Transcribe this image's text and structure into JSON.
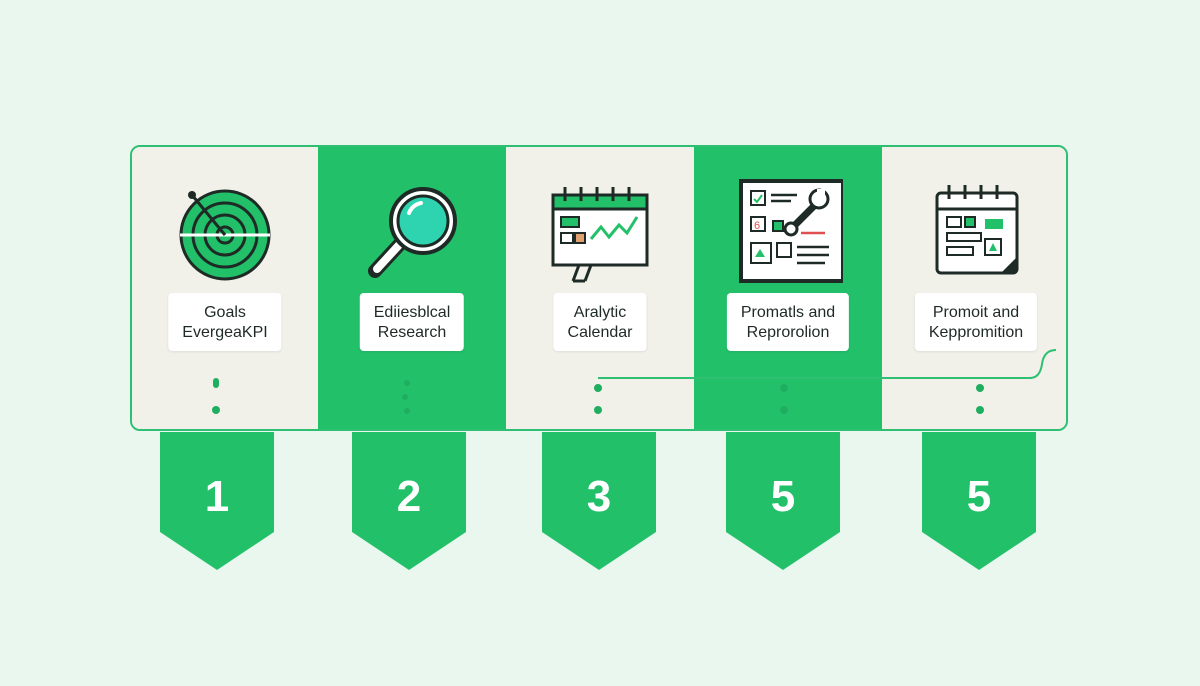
{
  "colors": {
    "accent": "#23c06a",
    "dark": "#1e2a25",
    "panel_light": "#f1f1ea",
    "background": "#e9f7ef"
  },
  "steps": [
    {
      "number": "1",
      "label_line1": "Goals",
      "label_line2": "EvergeaKPI",
      "icon": "target-icon"
    },
    {
      "number": "2",
      "label_line1": "Ediiesblcal",
      "label_line2": "Research",
      "icon": "magnifier-icon"
    },
    {
      "number": "3",
      "label_line1": "Aralytic",
      "label_line2": "Calendar",
      "icon": "calendar-chart-icon"
    },
    {
      "number": "5",
      "label_line1": "Promatls and",
      "label_line2": "Reprorolion",
      "icon": "board-wrench-icon"
    },
    {
      "number": "5",
      "label_line1": "Promoit and",
      "label_line2": "Keppromition",
      "icon": "calendar-icon"
    }
  ]
}
